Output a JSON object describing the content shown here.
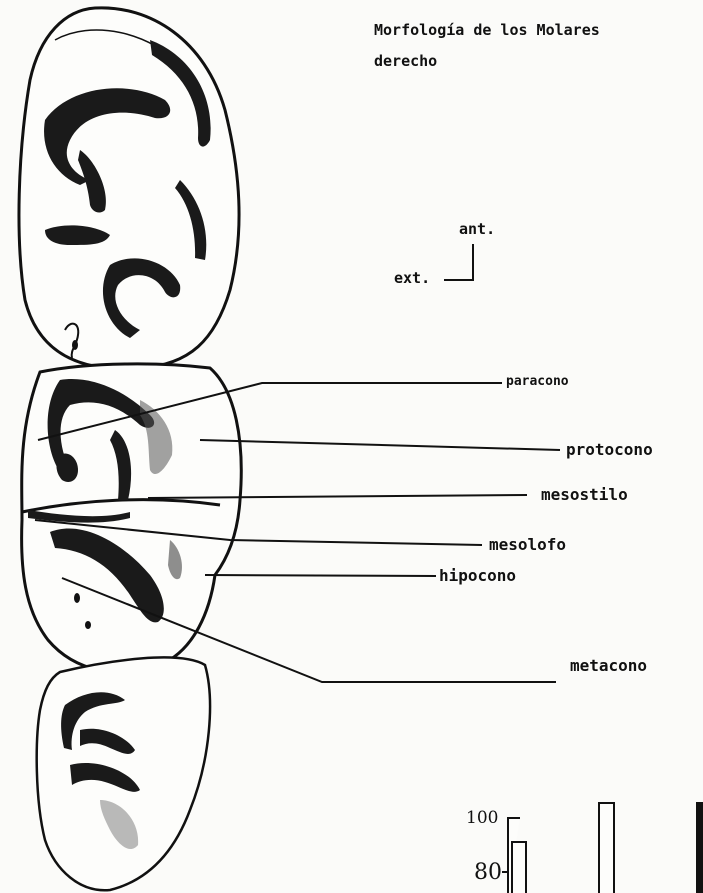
{
  "figure": {
    "title_line1": "Morfología de los Molares",
    "title_line2": "derecho",
    "orientation": {
      "anterior": "ant.",
      "exterior": "ext."
    },
    "labels": {
      "paracono": "paracono",
      "protocono": "protocono",
      "mesostilo": "mesostilo",
      "mesolofo": "mesolofo",
      "hipocono": "hipocono",
      "metacono": "metacono"
    },
    "inset_axis_ticks": [
      "100",
      "80"
    ]
  },
  "colors": {
    "ink": "#111111",
    "paper": "#fbfbf9",
    "enamel_dark": "#1a1a1a"
  }
}
